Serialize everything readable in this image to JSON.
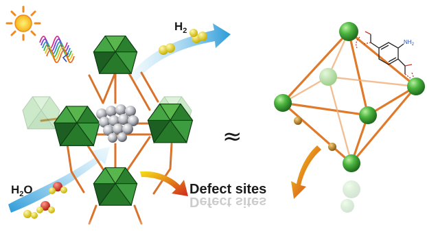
{
  "labels": {
    "h2_main": "H",
    "h2_sub": "2",
    "h2o_h": "H",
    "h2o_sub": "2",
    "h2o_o": "O",
    "approx": "≈",
    "defect": "Defect sites",
    "amine_main": "NH",
    "amine_sub": "2"
  },
  "colors": {
    "cluster_green": "#2f8a36",
    "cluster_dark": "#1d5e22",
    "linker_orange": "#d9722a",
    "node_green": "#3fa43a",
    "defect_ball": "#b07a1c",
    "arrow_blue": "#3aa8e0",
    "arrow_red": "#d0281c",
    "sun_yellow": "#f5c518",
    "sun_orange": "#f08a1c",
    "amine_blue": "#2a4fb0",
    "carboxyl_red": "#c0392b"
  },
  "icons": [
    "sun-icon",
    "light-wave-icon",
    "h2-molecule-icon",
    "h2o-molecule-icon"
  ]
}
